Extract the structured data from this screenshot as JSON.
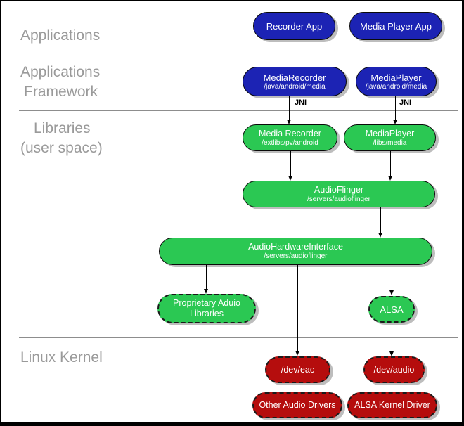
{
  "colors": {
    "blue": "#1c23b4",
    "green": "#2bc853",
    "red": "#b50d0d",
    "shadow": "#bdbdbd",
    "label_gray": "#9a9a9a",
    "divider": "#8d8d8d"
  },
  "sections": {
    "applications": {
      "label": "Applications"
    },
    "framework": {
      "line1": "Applications",
      "line2": "Framework"
    },
    "libraries": {
      "line1": "Libraries",
      "line2": "(user space)"
    },
    "kernel": {
      "label": "Linux Kernel"
    }
  },
  "connector_labels": {
    "jni_left": "JNI",
    "jni_right": "JNI"
  },
  "nodes": {
    "recorder_app": {
      "title": "Recorder App"
    },
    "media_player_app": {
      "title": "Media Player App"
    },
    "media_recorder_fw": {
      "title": "MediaRecorder",
      "path": "/java/android/media"
    },
    "media_player_fw": {
      "title": "MediaPlayer",
      "path": "/java/android/media"
    },
    "media_recorder_lib": {
      "title": "Media Recorder",
      "path": "/extlibs/pv/android"
    },
    "media_player_lib": {
      "title": "MediaPlayer",
      "path": "/libs/media"
    },
    "audio_flinger": {
      "title": "AudioFlinger",
      "path": "/servers/audioflinger"
    },
    "audio_hardware_interface": {
      "title": "AudioHardwareInterface",
      "path": "/servers/audioflinger"
    },
    "proprietary_audio_libraries": {
      "title_line1": "Proprietary Aduio",
      "title_line2": "Libraries"
    },
    "alsa": {
      "title": "ALSA"
    },
    "dev_eac": {
      "title": "/dev/eac"
    },
    "dev_audio": {
      "title": "/dev/audio"
    },
    "other_audio_drivers": {
      "title": "Other Audio Drivers"
    },
    "alsa_kernel_driver": {
      "title": "ALSA Kernel Driver"
    }
  }
}
